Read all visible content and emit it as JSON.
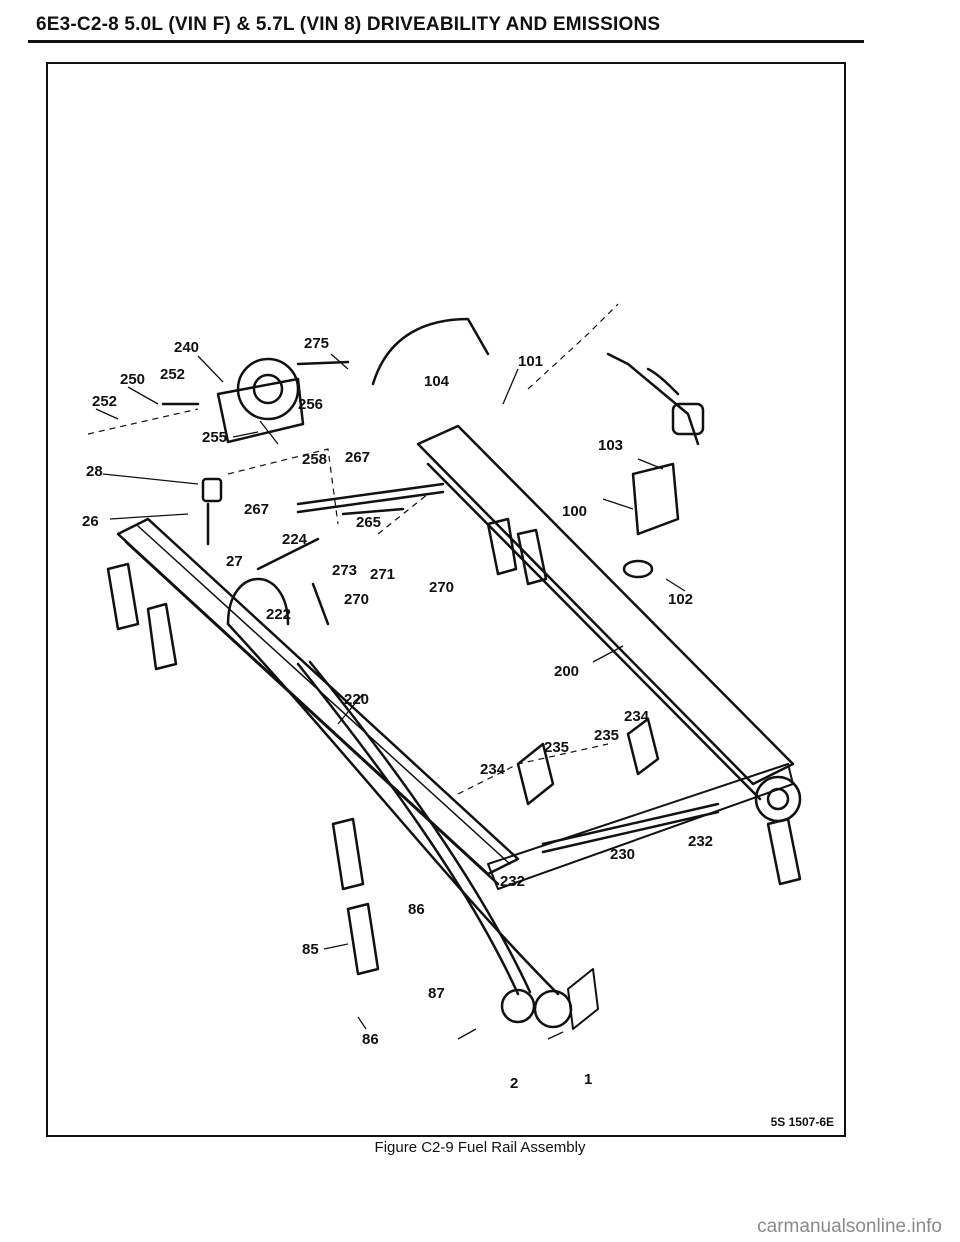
{
  "header": {
    "title": "6E3-C2-8 5.0L (VIN F) & 5.7L (VIN 8) DRIVEABILITY AND EMISSIONS"
  },
  "figure": {
    "code": "5S 1507-6E",
    "caption": "Figure C2-9 Fuel Rail Assembly",
    "callouts": [
      "240",
      "275",
      "250",
      "252",
      "252",
      "256",
      "255",
      "258",
      "267",
      "28",
      "267",
      "265",
      "26",
      "224",
      "27",
      "273",
      "271",
      "270",
      "270",
      "222",
      "101",
      "104",
      "103",
      "100",
      "102",
      "200",
      "220",
      "234",
      "235",
      "235",
      "234",
      "232",
      "230",
      "232",
      "86",
      "85",
      "87",
      "86",
      "2",
      "1"
    ]
  },
  "watermark": "carmanualsonline.info"
}
